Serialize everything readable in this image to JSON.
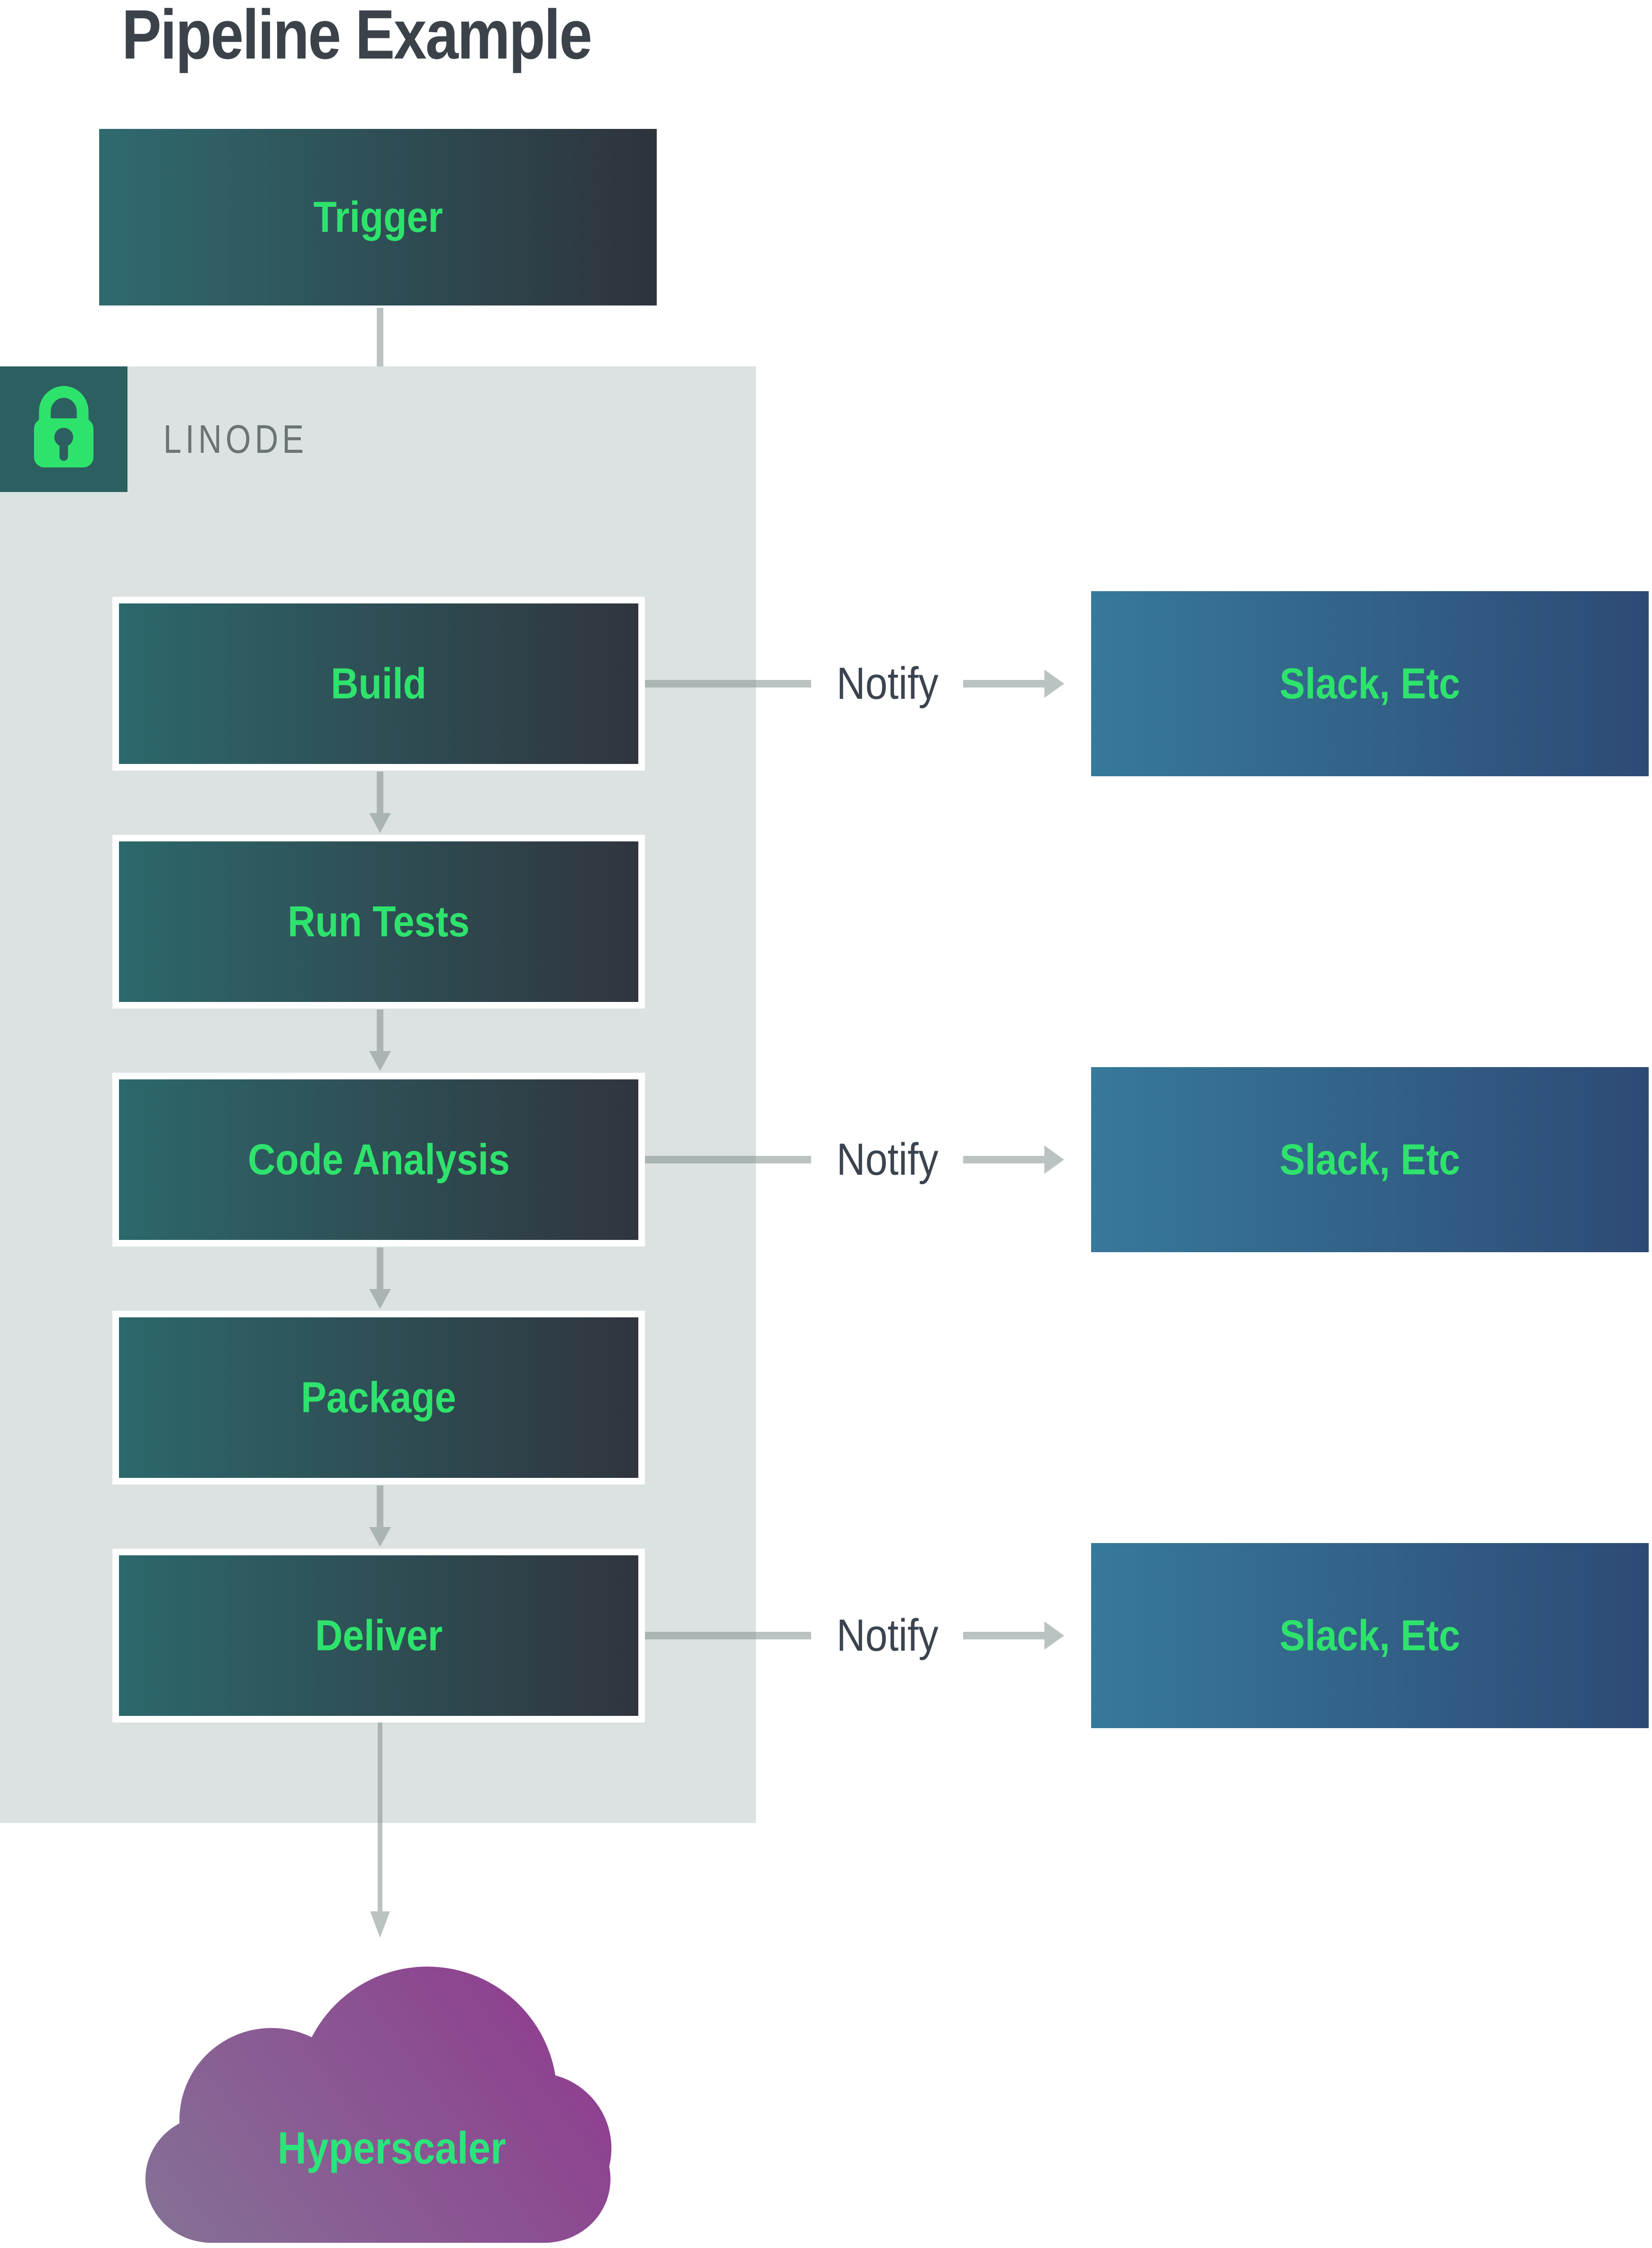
{
  "title": "Pipeline Example",
  "trigger": {
    "label": "Trigger"
  },
  "container": {
    "label": "LINODE",
    "icon": "lock-icon"
  },
  "stages": [
    {
      "label": "Build"
    },
    {
      "label": "Run Tests"
    },
    {
      "label": "Code Analysis"
    },
    {
      "label": "Package"
    },
    {
      "label": "Deliver"
    }
  ],
  "notify_rows": [
    {
      "from": "Build",
      "label": "Notify",
      "target": "Slack, Etc"
    },
    {
      "from": "Code Analysis",
      "label": "Notify",
      "target": "Slack, Etc"
    },
    {
      "from": "Deliver",
      "label": "Notify",
      "target": "Slack, Etc"
    }
  ],
  "cloud": {
    "label": "Hyperscaler"
  },
  "colors": {
    "accent_green": "#2ee36c",
    "cloud_green": "#2be57b",
    "title_color": "#3b424a",
    "notify_text": "#3b444e",
    "linode_text": "#6b7374",
    "container_bg": "#dbe2e1",
    "lock_badge_bg": "#2c5f60",
    "stage_gradient_start": "#2c686c",
    "stage_gradient_end": "#30353e",
    "slack_gradient_start": "#37799a",
    "slack_gradient_end": "#2d4a75",
    "cloud_gradient_start": "#857095",
    "cloud_gradient_end": "#8e4190",
    "arrow_gray": "#bcc6c5"
  }
}
